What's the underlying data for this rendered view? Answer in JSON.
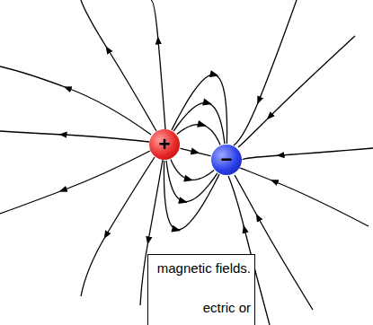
{
  "diagram": {
    "nodes": [
      {
        "text": [
          "+"
        ]
      },
      {
        "text": [
          "−"
        ]
      }
    ],
    "edges": [
      {
        "from": 0,
        "to": 1,
        "arrow": "to"
      },
      {
        "from": 0,
        "to": 1,
        "arrow": "to"
      },
      {
        "from": 0,
        "to": 1,
        "arrow": "to"
      },
      {
        "from": 0,
        "to": 1,
        "arrow": "to"
      },
      {
        "from": 0,
        "to": 1,
        "arrow": "to"
      },
      {
        "from": 0,
        "to": 1,
        "arrow": "to"
      },
      {
        "from": 0,
        "to": 1,
        "arrow": "to"
      }
    ],
    "labels": [
      "magnetic fields.",
      "ectric or"
    ]
  }
}
